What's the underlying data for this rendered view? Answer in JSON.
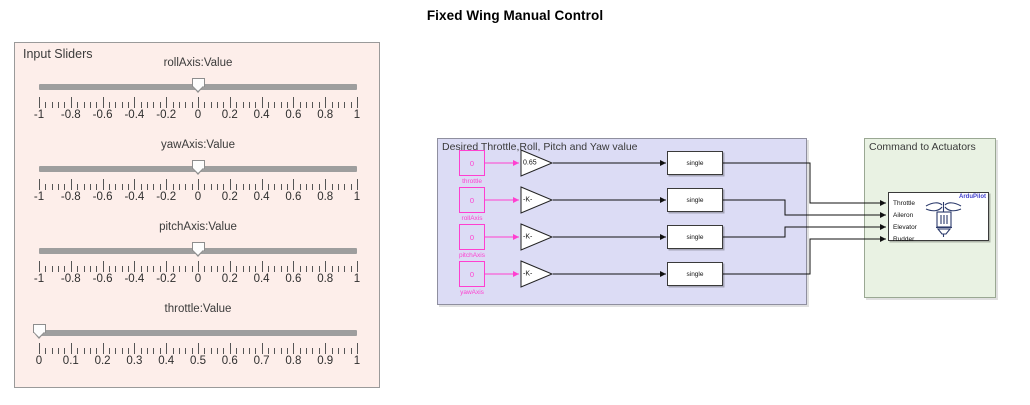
{
  "page": {
    "title": "Fixed Wing Manual Control"
  },
  "sliders_panel": {
    "title": "Input Sliders",
    "bg_color": "#fdeeea",
    "border_color": "#9a9a9a",
    "sliders": [
      {
        "name": "rollAxis",
        "label": "rollAxis:Value",
        "value": 0,
        "min": -1,
        "max": 1,
        "tick_labels": [
          "-1",
          "-0.8",
          "-0.6",
          "-0.4",
          "-0.2",
          "0",
          "0.2",
          "0.4",
          "0.6",
          "0.8",
          "1"
        ],
        "major_count": 11,
        "minor_per_major": 5
      },
      {
        "name": "yawAxis",
        "label": "yawAxis:Value",
        "value": 0,
        "min": -1,
        "max": 1,
        "tick_labels": [
          "-1",
          "-0.8",
          "-0.6",
          "-0.4",
          "-0.2",
          "0",
          "0.2",
          "0.4",
          "0.6",
          "0.8",
          "1"
        ],
        "major_count": 11,
        "minor_per_major": 5
      },
      {
        "name": "pitchAxis",
        "label": "pitchAxis:Value",
        "value": 0,
        "min": -1,
        "max": 1,
        "tick_labels": [
          "-1",
          "-0.8",
          "-0.6",
          "-0.4",
          "-0.2",
          "0",
          "0.2",
          "0.4",
          "0.6",
          "0.8",
          "1"
        ],
        "major_count": 11,
        "minor_per_major": 5
      },
      {
        "name": "throttle",
        "label": "throttle:Value",
        "value": 0,
        "min": 0,
        "max": 1,
        "tick_labels": [
          "0",
          "0.1",
          "0.2",
          "0.3",
          "0.4",
          "0.5",
          "0.6",
          "0.7",
          "0.8",
          "0.9",
          "1"
        ],
        "major_count": 11,
        "minor_per_major": 5
      }
    ]
  },
  "diagram": {
    "desired_subsystem": {
      "title": "Desired Throttle,Roll, Pitch and Yaw value",
      "bg_color": "#dcdcf5",
      "signal_color": "#ff3fd0",
      "rows": [
        {
          "const_value": "0",
          "const_label": "throttle",
          "gain": "0.65",
          "convert": "single"
        },
        {
          "const_value": "0",
          "const_label": "rollAxis",
          "gain": "-K-",
          "convert": "single"
        },
        {
          "const_value": "0",
          "const_label": "pitchAxis",
          "gain": "-K-",
          "convert": "single"
        },
        {
          "const_value": "0",
          "const_label": "yawAxis",
          "gain": "-K-",
          "convert": "single"
        }
      ]
    },
    "actuators_subsystem": {
      "title": "Command to Actuators",
      "bg_color": "#e9f2e3",
      "block": {
        "brand": "ArduPilot",
        "brand_color": "#4040cc",
        "ports": [
          "Throttle",
          "Aileron",
          "Elevator",
          "Rudder"
        ],
        "icon": "quadcopter-icon"
      }
    }
  }
}
